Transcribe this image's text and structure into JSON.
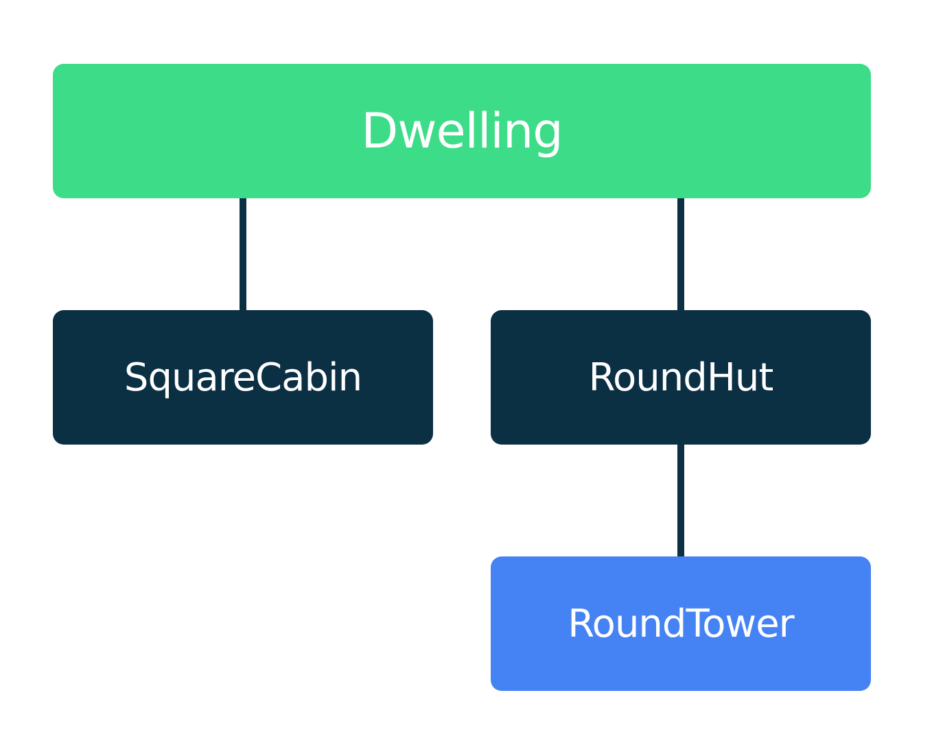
{
  "diagram": {
    "type": "class-hierarchy",
    "nodes": [
      {
        "id": "dwelling",
        "label": "Dwelling",
        "color": "#3ddc88"
      },
      {
        "id": "squarecabin",
        "label": "SquareCabin",
        "color": "#0b2f43"
      },
      {
        "id": "roundhut",
        "label": "RoundHut",
        "color": "#0b2f43"
      },
      {
        "id": "roundtower",
        "label": "RoundTower",
        "color": "#4583f4"
      }
    ],
    "edges": [
      {
        "from": "dwelling",
        "to": "squarecabin"
      },
      {
        "from": "dwelling",
        "to": "roundhut"
      },
      {
        "from": "roundhut",
        "to": "roundtower"
      }
    ],
    "connector_color": "#0b2f43",
    "text_color": "#ffffff",
    "background": "#ffffff"
  }
}
